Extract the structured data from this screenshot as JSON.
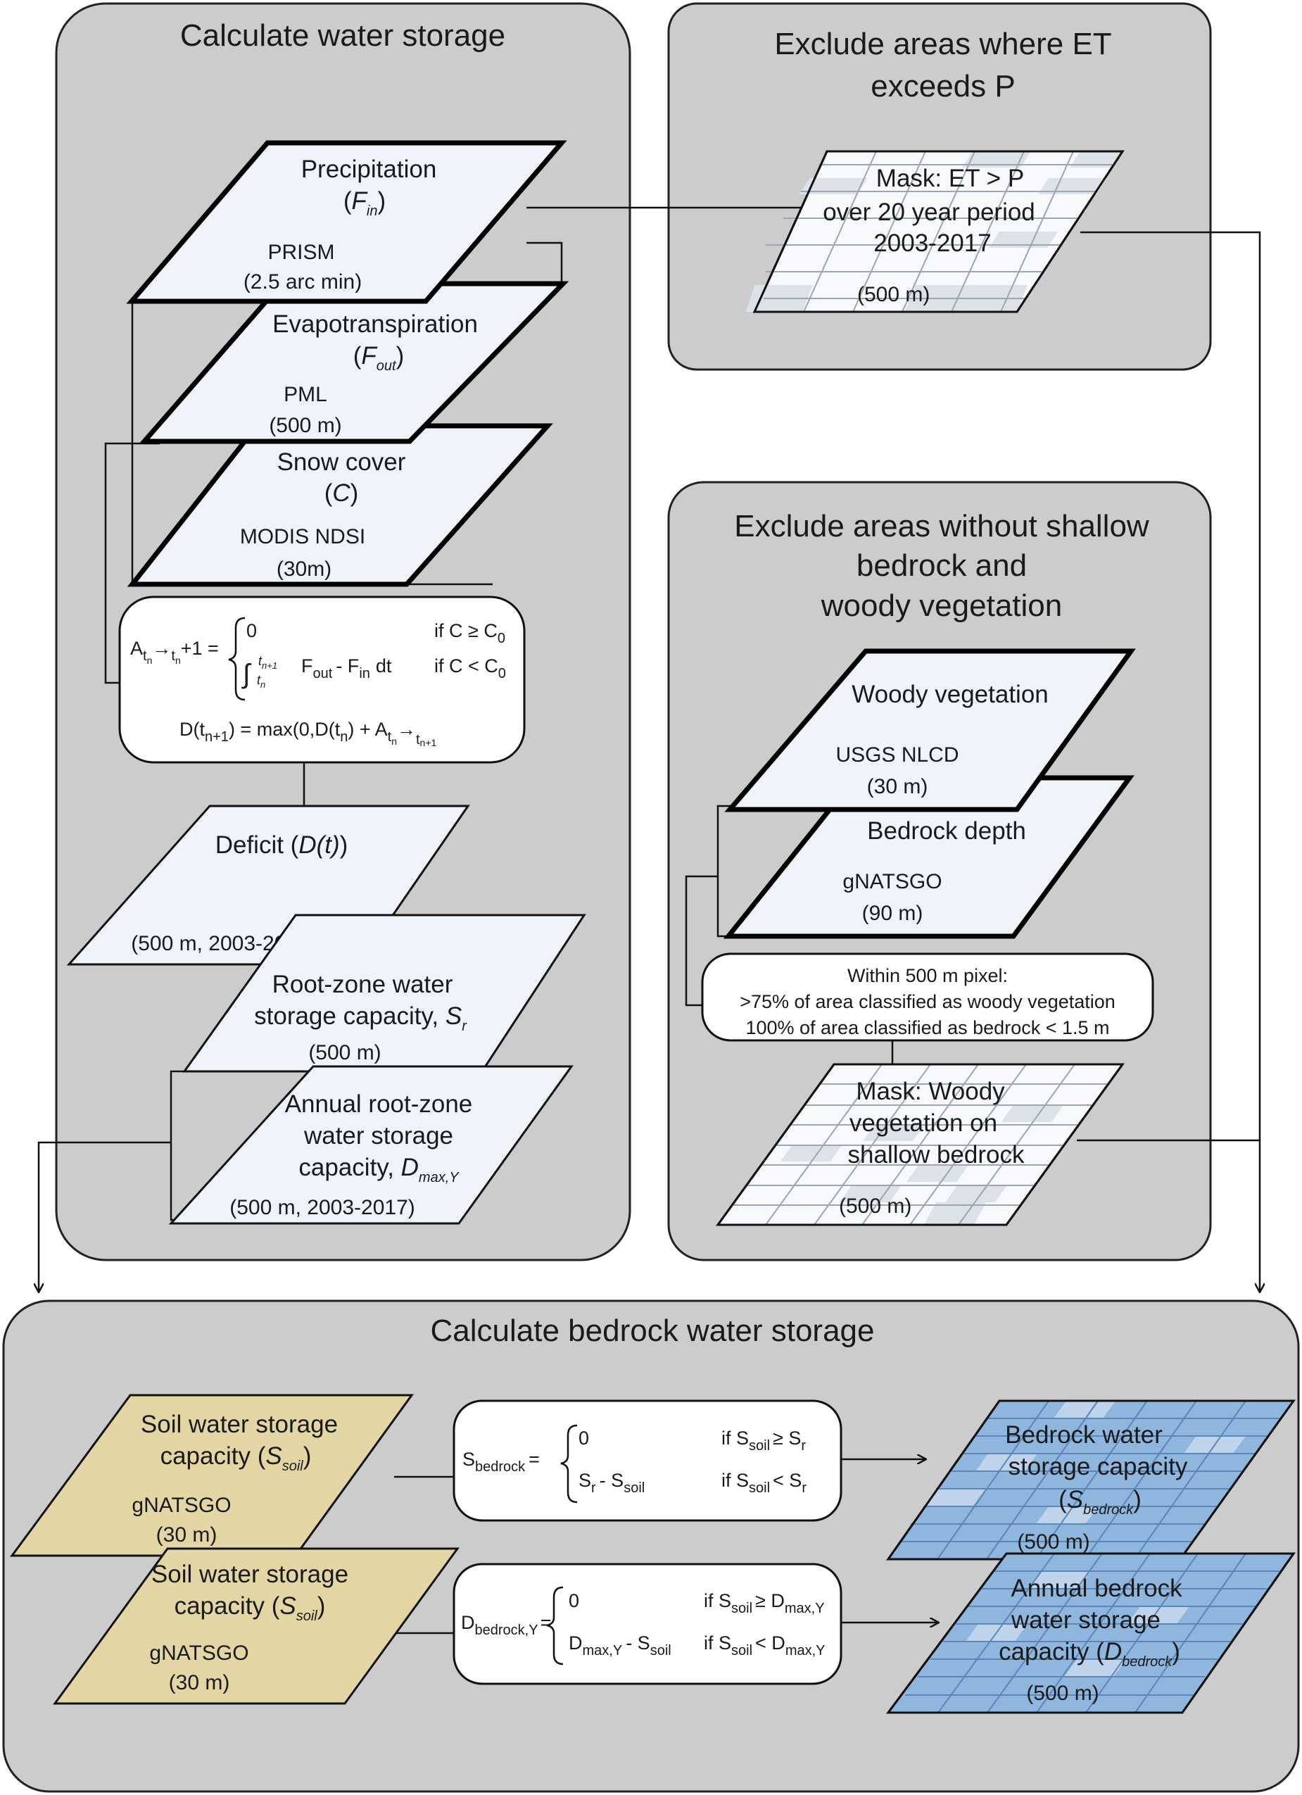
{
  "sections": {
    "calc_water": "Calculate water storage",
    "exclude_et": {
      "line1": "Exclude areas where ET",
      "line2": "exceeds P"
    },
    "exclude_bedrock": {
      "line1": "Exclude areas without shallow",
      "line2": "bedrock and",
      "line3": "woody vegetation"
    },
    "calc_bedrock": "Calculate bedrock water storage"
  },
  "precipitation": {
    "title": "Precipitation",
    "symbol": "F",
    "symbol_sub": "in",
    "source": "PRISM",
    "resolution": "(2.5 arc min)"
  },
  "evapotranspiration": {
    "title": "Evapotranspiration",
    "symbol": "F",
    "symbol_sub": "out",
    "source": "PML",
    "resolution": "(500 m)"
  },
  "snow_cover": {
    "title": "Snow cover",
    "symbol": "C",
    "source": "MODIS NDSI",
    "resolution": "(30m)"
  },
  "accumulation_eq": {
    "lhs_main": "A",
    "lhs_sub": "t",
    "lhs_subsub": "n",
    "arrow": "→",
    "lhs_tail_sub": "t",
    "lhs_tail_subsub": "n",
    "lhs_plus": "+1 =",
    "case1_value": "0",
    "case1_cond": "if C ≥ C",
    "case1_cond_sub": "0",
    "case2_int_upper": "t",
    "case2_int_upper_sub": "n+1",
    "case2_int_lower": "t",
    "case2_int_lower_sub": "n",
    "case2_f1": "F",
    "case2_f1_sub": "out",
    "case2_minus": "- F",
    "case2_f2_sub": "in",
    "case2_dt": "dt",
    "case2_cond": "if C < C",
    "case2_cond_sub": "0",
    "deficit_lhs": "D(t",
    "deficit_lhs_sub": "n+1",
    "deficit_mid": ") = max(0,D(t",
    "deficit_mid_sub": "n",
    "deficit_tail": ") + A",
    "deficit_a_sub": "t",
    "deficit_a_subsub": "n",
    "deficit_tail_sub": "t",
    "deficit_tail_subsub": "n+1"
  },
  "deficit": {
    "title_pre": "Deficit (",
    "title_sym": "D(t)",
    "title_post": ")",
    "resolution": "(500 m,  2003-2017)"
  },
  "root_zone": {
    "line1": "Root-zone water",
    "line2": "storage capacity, ",
    "symbol": "S",
    "symbol_sub": "r",
    "resolution": "(500 m)"
  },
  "annual_root_zone": {
    "line1": "Annual root-zone",
    "line2": "water storage",
    "line3": "capacity, ",
    "symbol": "D",
    "symbol_sub": "max,Y",
    "resolution": "(500 m,  2003-2017)"
  },
  "mask_et": {
    "line1": "Mask: ET > P",
    "line2": "over 20 year period",
    "line3": "2003-2017",
    "resolution": "(500 m)"
  },
  "woody_veg": {
    "title": "Woody vegetation",
    "source": "USGS NLCD",
    "resolution": "(30 m)"
  },
  "bedrock_depth": {
    "title": "Bedrock depth",
    "source": "gNATSGO",
    "resolution": "(90 m)"
  },
  "criteria": {
    "line1": "Within 500 m pixel:",
    "line2": ">75% of area classified as woody vegetation",
    "line3": "100% of area classified as bedrock < 1.5 m"
  },
  "mask_woody": {
    "line1": "Mask: Woody",
    "line2": "vegetation on",
    "line3": "shallow bedrock",
    "resolution": "(500 m)"
  },
  "soil_storage_1": {
    "line1": "Soil water storage",
    "line2": "capacity (",
    "symbol": "S",
    "symbol_sub": "soil",
    "line2_post": ")",
    "source": "gNATSGO",
    "resolution": "(30 m)"
  },
  "soil_storage_2": {
    "line1": "Soil water storage",
    "line2": "capacity (",
    "symbol": "S",
    "symbol_sub": "soil",
    "line2_post": ")",
    "source": "gNATSGO",
    "resolution": "(30 m)"
  },
  "sbedrock_eq": {
    "lhs": "S",
    "lhs_sub": "bedrock",
    "lhs_eq": "=",
    "case1_value": "0",
    "case1_cond": "if S",
    "case1_cond_sub": "soil",
    "case1_cond_op": "≥ S",
    "case1_cond_op_sub": "r",
    "case2_value": "S",
    "case2_value_sub": "r",
    "case2_minus": "- S",
    "case2_minus_sub": "soil",
    "case2_cond": "if S",
    "case2_cond_sub": "soil",
    "case2_cond_op": "< S",
    "case2_cond_op_sub": "r"
  },
  "dbedrock_eq": {
    "lhs": "D",
    "lhs_sub": "bedrock,Y",
    "lhs_eq": "=",
    "case1_value": "0",
    "case1_cond": "if S",
    "case1_cond_sub": "soil",
    "case1_cond_op": "≥ D",
    "case1_cond_op_sub": "max,Y",
    "case2_value": "D",
    "case2_value_sub": "max,Y",
    "case2_minus": "- S",
    "case2_minus_sub": "soil",
    "case2_cond": "if S",
    "case2_cond_sub": "soil",
    "case2_cond_op": "< D",
    "case2_cond_op_sub": "max,Y"
  },
  "bedrock_storage": {
    "line1": "Bedrock water",
    "line2": "storage capacity",
    "line3_pre": "(",
    "symbol": "S",
    "symbol_sub": "bedrock",
    "line3_post": ")",
    "resolution": "(500 m)"
  },
  "annual_bedrock": {
    "line1": "Annual bedrock",
    "line2": "water storage",
    "line3": "capacity (",
    "symbol": "D",
    "symbol_sub": "bedrock",
    "line3_post": ")",
    "resolution": "(500 m)"
  }
}
